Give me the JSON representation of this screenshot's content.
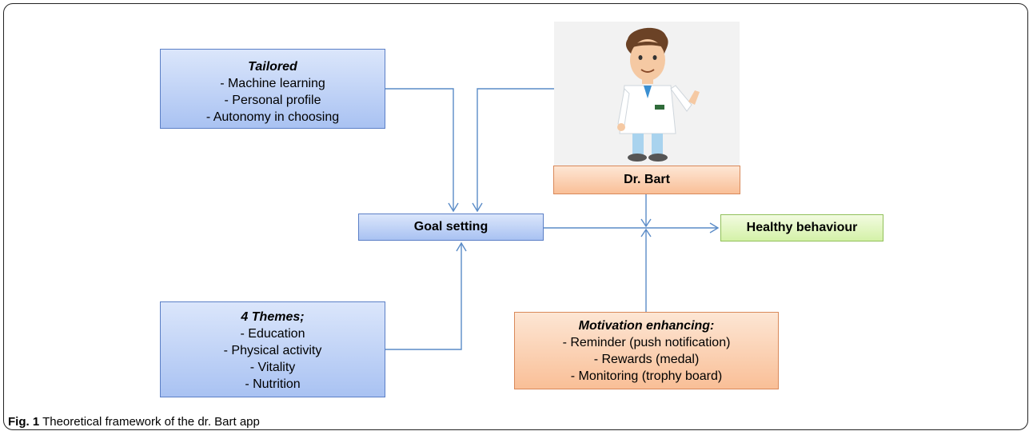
{
  "tailored": {
    "title": "Tailored",
    "items": [
      "-   Machine learning",
      "-   Personal profile",
      "-   Autonomy in choosing"
    ]
  },
  "doctor": {
    "label": "Dr. Bart"
  },
  "goal": {
    "label": "Goal setting"
  },
  "healthy": {
    "label": "Healthy behaviour"
  },
  "themes": {
    "title": "4 Themes;",
    "items": [
      "-   Education",
      "-   Physical activity",
      "-   Vitality",
      "-   Nutrition"
    ]
  },
  "motivation": {
    "title": "Motivation enhancing:",
    "items": [
      "- Reminder (push notification)",
      "-   Rewards (medal)",
      "-   Monitoring  (trophy board)"
    ]
  },
  "caption": {
    "fig": "Fig. 1",
    "text": " Theoretical framework of the dr. Bart app"
  },
  "colors": {
    "blue_box": "#a9c2f2",
    "orange_box": "#f9bf97",
    "green_box": "#d4f1a8",
    "arrow": "#5a8bc7"
  }
}
